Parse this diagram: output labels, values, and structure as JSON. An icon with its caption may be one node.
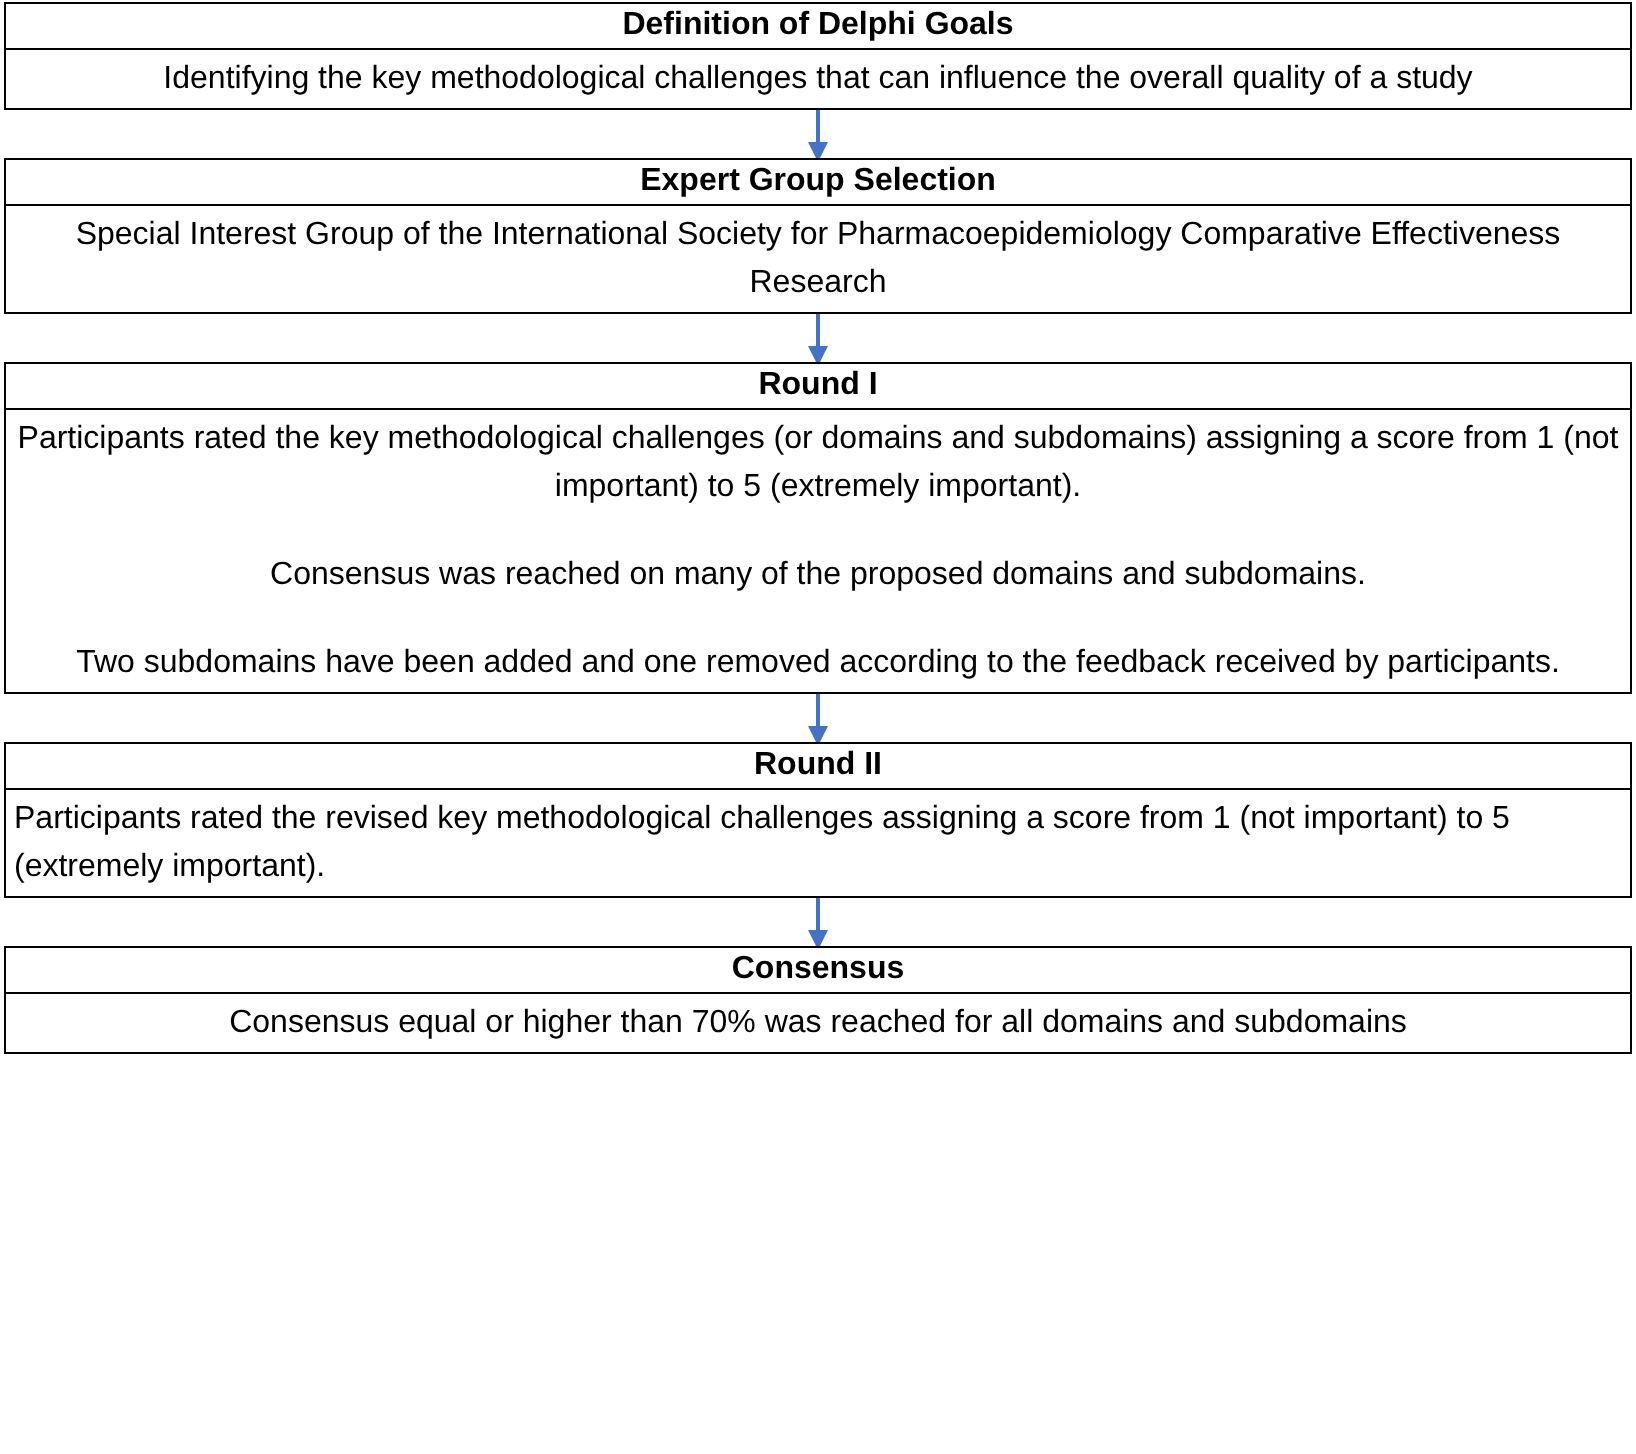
{
  "diagram": {
    "nodes": [
      {
        "text": [
          "Definition of Delphi Goals",
          "Identifying the key methodological challenges that can influence the overall quality of a study"
        ]
      },
      {
        "text": [
          "Expert Group Selection",
          "Special Interest Group of the International Society for Pharmacoepidemiology Comparative Effectiveness Research"
        ]
      },
      {
        "text": [
          "Round I",
          "Participants rated the key methodological challenges (or domains and subdomains) assigning a score from 1 (not important) to 5 (extremely important).",
          "Consensus was reached on many of the proposed domains and subdomains.",
          "Two subdomains have been added and one removed according to the feedback received by participants."
        ]
      },
      {
        "text": [
          "Round II",
          "Participants rated the revised key methodological challenges assigning a score from 1 (not important) to 5 (extremely important)."
        ]
      },
      {
        "text": [
          "Consensus",
          "Consensus equal or higher than 70% was reached for all domains and subdomains"
        ]
      }
    ],
    "edges": [
      {
        "from": 0,
        "to": 1,
        "arrow": "to"
      },
      {
        "from": 1,
        "to": 2,
        "arrow": "to"
      },
      {
        "from": 2,
        "to": 3,
        "arrow": "to"
      },
      {
        "from": 3,
        "to": 4,
        "arrow": "to"
      }
    ]
  }
}
